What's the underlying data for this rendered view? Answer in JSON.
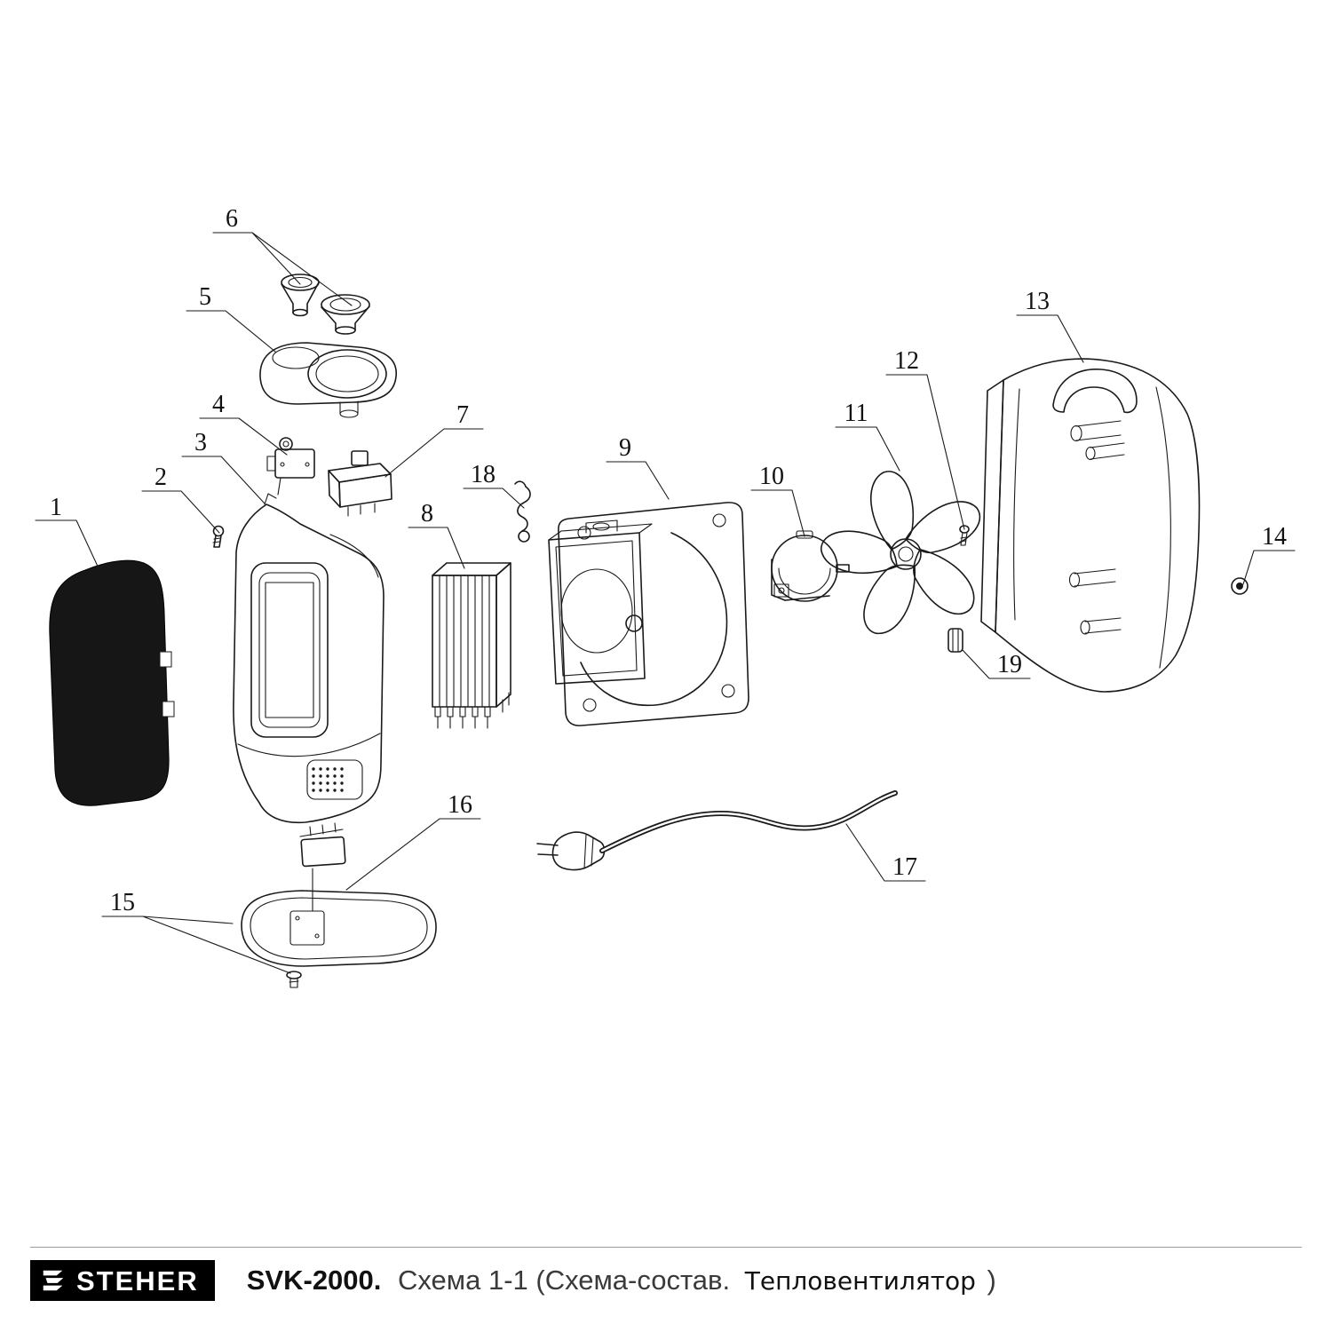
{
  "diagram": {
    "title_hint": "exploded-view of fan heater",
    "ink_color": "#1a1a1a",
    "parts": [
      {
        "label": "1"
      },
      {
        "label": "2"
      },
      {
        "label": "3"
      },
      {
        "label": "4"
      },
      {
        "label": "5"
      },
      {
        "label": "6"
      },
      {
        "label": "7"
      },
      {
        "label": "8"
      },
      {
        "label": "9"
      },
      {
        "label": "10"
      },
      {
        "label": "11"
      },
      {
        "label": "12"
      },
      {
        "label": "13"
      },
      {
        "label": "14"
      },
      {
        "label": "15"
      },
      {
        "label": "16"
      },
      {
        "label": "17"
      },
      {
        "label": "18"
      },
      {
        "label": "19"
      }
    ]
  },
  "footer": {
    "brand": "STEHER",
    "model": "SVK-2000.",
    "scheme": "Схема 1-1 (Схема-состав.",
    "product": "Тепловентилятор",
    "paren": ")"
  }
}
